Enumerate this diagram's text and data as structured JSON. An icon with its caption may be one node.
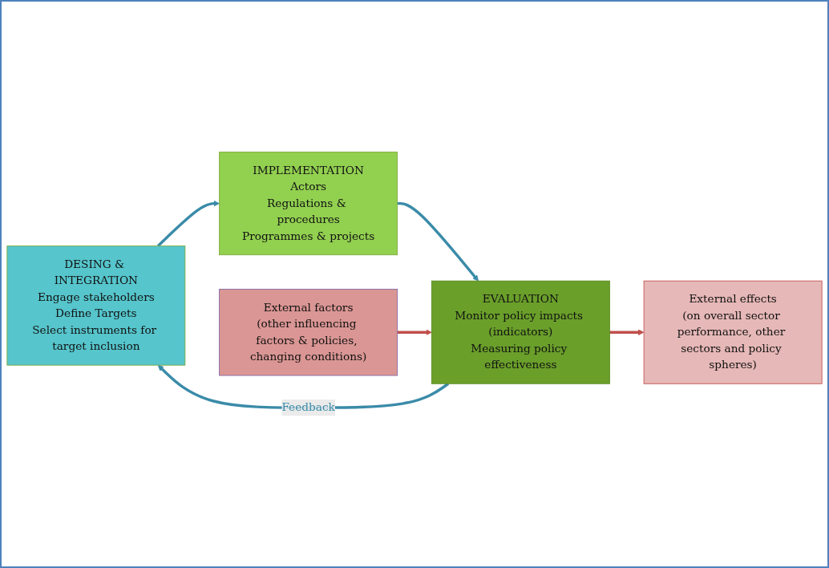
{
  "diagram": {
    "nodes": [
      {
        "text": [
          "DESING & INTEGRATION",
          "Engage stakeholders",
          "Define Targets",
          "Select instruments for target inclusion"
        ]
      },
      {
        "text": [
          "IMPLEMENTATION",
          "Actors",
          "Regulations & procedures",
          "Programmes & projects"
        ]
      },
      {
        "text": [
          "EVALUATION",
          "Monitor policy impacts (indicators)",
          "Measuring policy effectiveness"
        ]
      },
      {
        "text": [
          "External effects",
          "(on overall sector performance, other sectors and policy spheres)"
        ]
      },
      {
        "text": [
          "External factors",
          "(other influencing factors & policies, changing conditions)"
        ]
      }
    ],
    "edges": [
      {
        "from": 0,
        "to": 1,
        "arrow": "to"
      },
      {
        "from": 1,
        "to": 2,
        "arrow": "to"
      },
      {
        "from": 2,
        "to": 0,
        "arrow": "to",
        "label": "Feedback"
      },
      {
        "from": 2,
        "to": 3,
        "arrow": "to",
        "color": "#c0504d"
      },
      {
        "from": 4,
        "to": 2,
        "arrow": "to",
        "color": "#c0504d"
      }
    ]
  }
}
